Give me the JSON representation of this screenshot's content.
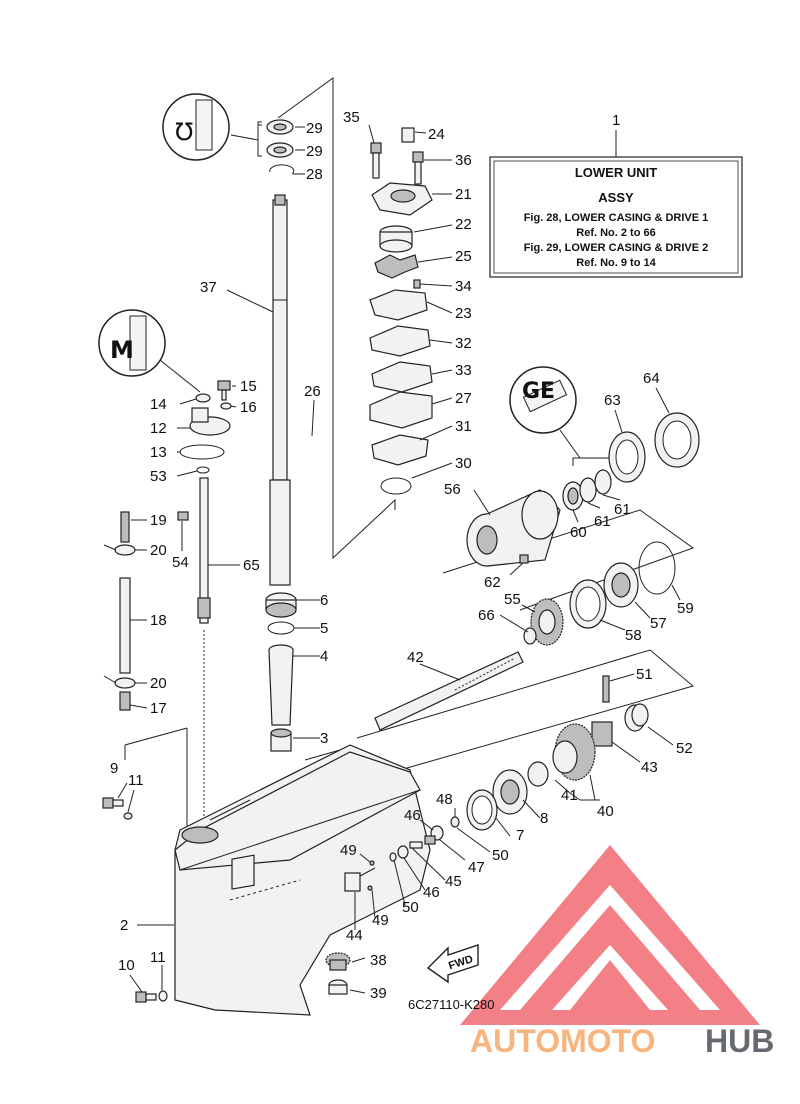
{
  "info_box": {
    "number": "1",
    "line1": "LOWER UNIT",
    "line2": "ASSY",
    "line3": "Fig. 28, LOWER CASING & DRIVE 1",
    "line4": "Ref. No. 2 to 66",
    "line5": "Fig. 29, LOWER CASING & DRIVE 2",
    "line6": "Ref. No. 9 to 14"
  },
  "diagram_ref": "6C27110-K280",
  "fwd_label": "FWD",
  "watermark": {
    "text_part1": "AUTOMOTO",
    "text_part2": "HUB",
    "color_red": "#f06a72",
    "color_orange": "#f8b47c",
    "color_dark": "#666a70"
  },
  "callouts": {
    "c29a": "29",
    "c29b": "29",
    "c28": "28",
    "c35": "35",
    "c24": "24",
    "c36": "36",
    "c21": "21",
    "c22": "22",
    "c25": "25",
    "c34": "34",
    "c23": "23",
    "c32": "32",
    "c33": "33",
    "c27": "27",
    "c31": "31",
    "c30": "30",
    "c37": "37",
    "c15": "15",
    "c14": "14",
    "c16": "16",
    "c26": "26",
    "c12": "12",
    "c13": "13",
    "c53": "53",
    "c19": "19",
    "c20a": "20",
    "c54": "54",
    "c65": "65",
    "c18": "18",
    "c20b": "20",
    "c17": "17",
    "c9": "9",
    "c11a": "11",
    "c2": "2",
    "c10": "10",
    "c11b": "11",
    "c56": "56",
    "c60": "60",
    "c61a": "61",
    "c61b": "61",
    "c62": "62",
    "c63": "63",
    "c64": "64",
    "c59": "59",
    "c57": "57",
    "c58": "58",
    "c55": "55",
    "c66": "66",
    "c6": "6",
    "c5": "5",
    "c4": "4",
    "c42": "42",
    "c51": "51",
    "c52": "52",
    "c43": "43",
    "c3": "3",
    "c41": "41",
    "c40": "40",
    "c8": "8",
    "c7": "7",
    "c48": "48",
    "c46a": "46",
    "c47": "47",
    "c50a": "50",
    "c49a": "49",
    "c45": "45",
    "c46b": "46",
    "c50b": "50",
    "c49b": "49",
    "c44": "44",
    "c38": "38",
    "c39": "39"
  }
}
